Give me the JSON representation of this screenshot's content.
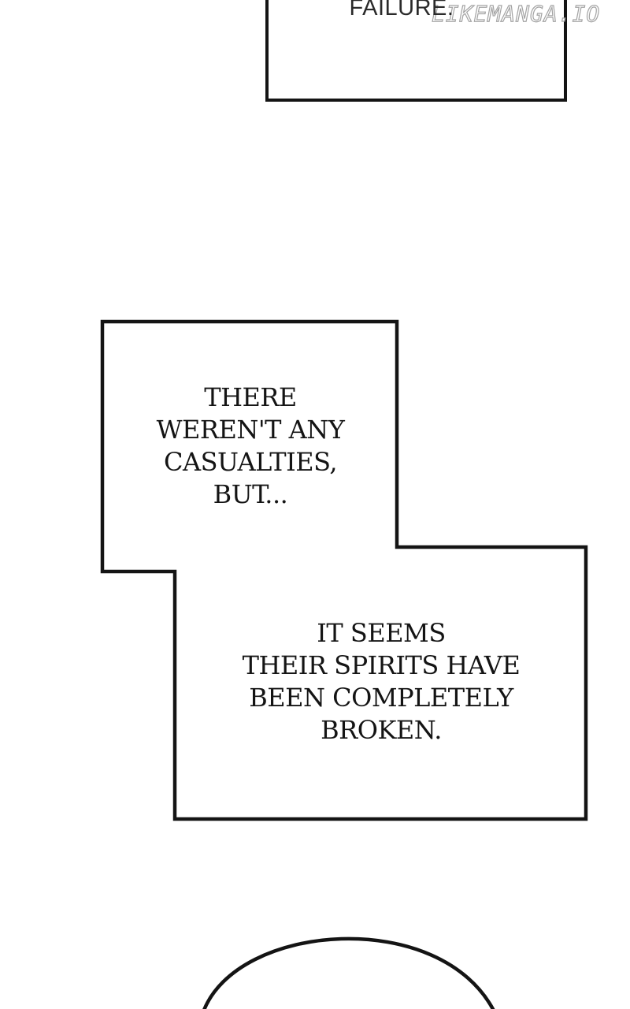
{
  "watermark": "LIKEMANGA.IO",
  "captions": {
    "top": [
      "FAILURE."
    ],
    "first": [
      "THERE",
      "WEREN'T ANY",
      "CASUALTIES,",
      "BUT..."
    ],
    "second": [
      "IT SEEMS",
      "THEIR SPIRITS HAVE",
      "BEEN COMPLETELY",
      "BROKEN."
    ]
  },
  "colors": {
    "background": "#ffffff",
    "ink": "#141414",
    "watermark_outline": "#9a9a9a"
  }
}
